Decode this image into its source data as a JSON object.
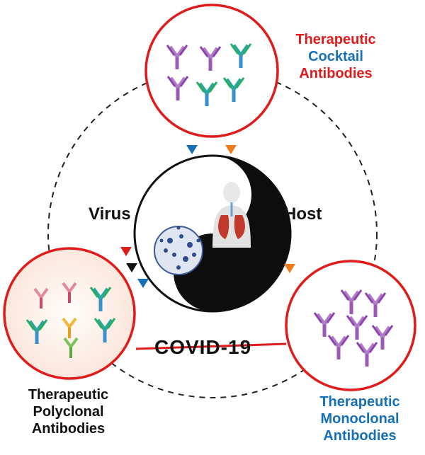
{
  "labels": {
    "cocktail": {
      "line1": "Therapeutic",
      "line2": "Cocktail",
      "line3": "Antibodies"
    },
    "polyclonal": {
      "line1": "Therapeutic",
      "line2": "Polyclonal",
      "line3": "Antibodies"
    },
    "monoclonal": {
      "line1": "Therapeutic",
      "line2": "Monoclonal",
      "line3": "Antibodies"
    },
    "virus": "Virus",
    "host": "Host",
    "covid": "COVID-19"
  },
  "colors": {
    "red": "#e01b1b",
    "blue": "#1670b8",
    "orange": "#ef7a1a",
    "black": "#111111",
    "purple": "#8b4bb3",
    "teal": "#2aa6a0"
  },
  "icons": [
    "antibody-icon",
    "virus-particle-icon",
    "human-lungs-icon",
    "triangle-marker-icon"
  ]
}
